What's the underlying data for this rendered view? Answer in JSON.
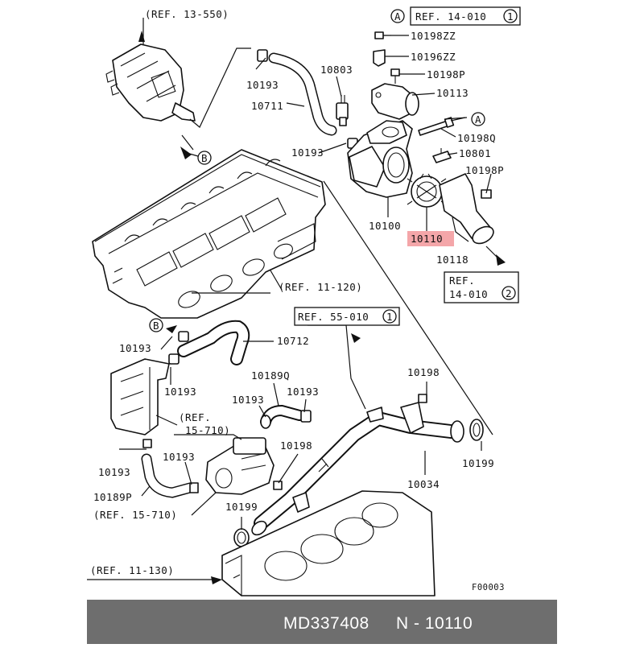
{
  "labels": {
    "ref_13_550": "(REF. 13-550)",
    "ref_14_010_a": "REF. 14-010",
    "circle_a": "A",
    "circle_1": "1",
    "p10198zz": "10198ZZ",
    "p10196zz": "10196ZZ",
    "p10198p_top": "10198P",
    "p10113": "10113",
    "p10198q": "10198Q",
    "p10801": "10801",
    "p10198p_mid": "10198P",
    "p10803": "10803",
    "p10193_a": "10193",
    "p10711": "10711",
    "p10193_b": "10193",
    "circle_b": "B",
    "p10100": "10100",
    "p10110_highlight": "10110",
    "p10118": "10118",
    "ref_14_010_b_line1": "REF.",
    "ref_14_010_b_line2": "14-010",
    "circle_2": "2",
    "ref_11_120": "(REF. 11-120)",
    "ref_55_010": "REF. 55-010",
    "p10193_c": "10193",
    "p10712": "10712",
    "p10193_d": "10193",
    "p10189q": "10189Q",
    "p10193_e": "10193",
    "p10193_f": "10193",
    "p10198": "10198",
    "ref_15_710_a_line1": "(REF.",
    "ref_15_710_a_line2": "15-710)",
    "p10198_b": "10198",
    "p10193_g": "10193",
    "p10193_h": "10193",
    "p10189p": "10189P",
    "ref_15_710_b": "(REF. 15-710)",
    "p10199_a": "10199",
    "p10034": "10034",
    "p10199_b": "10199",
    "ref_11_130": "(REF. 11-130)",
    "figure_code": "F00003"
  },
  "footer": {
    "part_number": "MD337408",
    "ref_code": "N - 10110"
  },
  "colors": {
    "highlight": "#f4a6a9",
    "footer_bg": "#6e6e6e"
  }
}
